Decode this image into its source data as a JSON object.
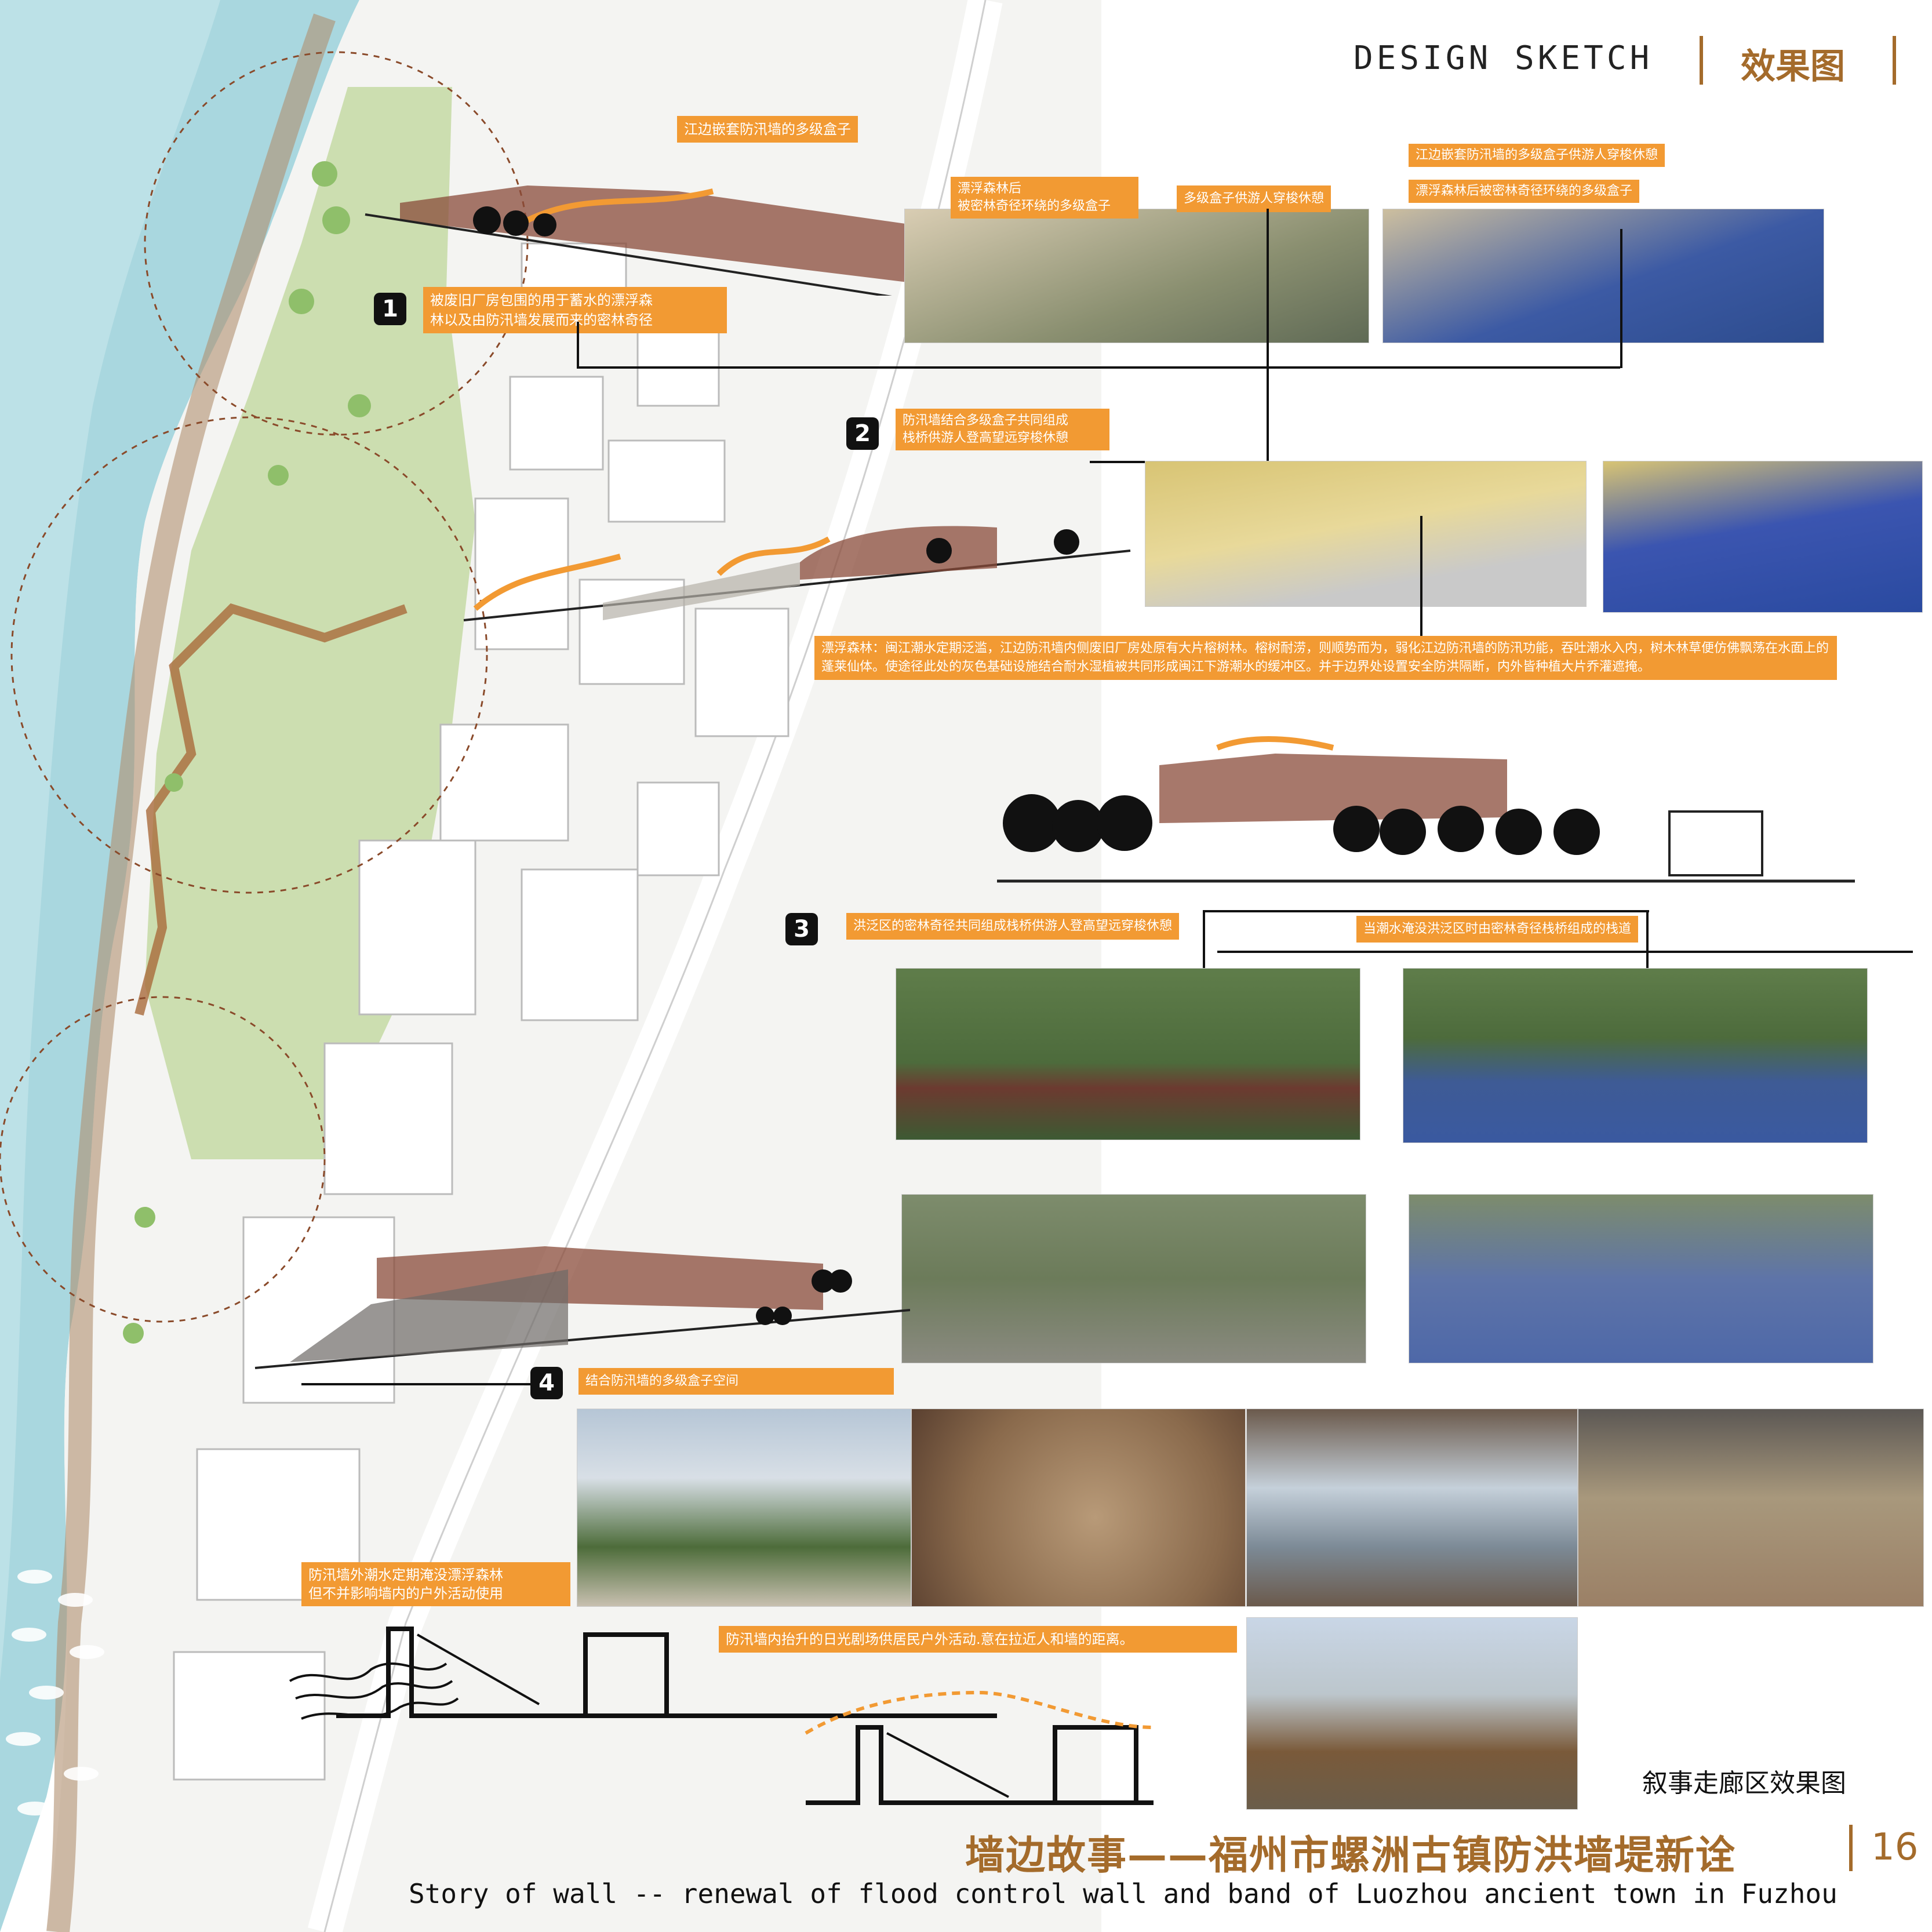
{
  "header": {
    "title_en": "DESIGN SKETCH",
    "title_cn": "效果图"
  },
  "footer": {
    "title_cn": "墙边故事——福州市螺洲古镇防洪墙堤新诠",
    "page": "16",
    "title_en": "Story of wall -- renewal of flood control wall and band of Luozhou ancient town in Fuzhou"
  },
  "caption": "叙事走廊区效果图",
  "markers": [
    "1",
    "2",
    "3",
    "4"
  ],
  "labels": {
    "l1": "江边嵌套防汛墙的多级盒子",
    "l2": "漂浮森林后\n被密林奇径环绕的多级盒子",
    "l3": "多级盒子供游人穿梭休憩",
    "l4": "江边嵌套防汛墙的多级盒子供游人穿梭休憩",
    "l5": "漂浮森林后被密林奇径环绕的多级盒子",
    "l6": "被废旧厂房包围的用于蓄水的漂浮森\n林以及由防汛墙发展而来的密林奇径",
    "l7": "防汛墙结合多级盒子共同组成\n栈桥供游人登高望远穿梭休憩",
    "l8": "漂浮森林：闽江潮水定期泛滥，江边防汛墙内侧废旧厂房处原有大片榕树林。榕树耐涝，则顺势而为，弱化江边防汛墙的防汛功能，吞吐潮水入内，树木林草便仿佛飘荡在水面上的蓬莱仙体。使途径此处的灰色基础设施结合耐水湿植被共同形成闽江下游潮水的缓冲区。并于边界处设置安全防洪隔断，内外皆种植大片乔灌遮掩。",
    "l9": "洪泛区的密林奇径共同组成栈桥供游人登高望远穿梭休憩",
    "l10": "当潮水淹没洪泛区时由密林奇径栈桥组成的栈道",
    "l11": "结合防汛墙的多级盒子空间",
    "l12": "防汛墙外潮水定期淹没漂浮森林\n但不并影响墙内的户外活动使用",
    "l13": "防汛墙内抬升的日光剧场供居民户外活动.意在拉近人和墙的距离。"
  },
  "colors": {
    "accent": "#f29a33",
    "brand": "#a46b2b",
    "water": "#9fd3dc",
    "green": "#c8dca8"
  }
}
